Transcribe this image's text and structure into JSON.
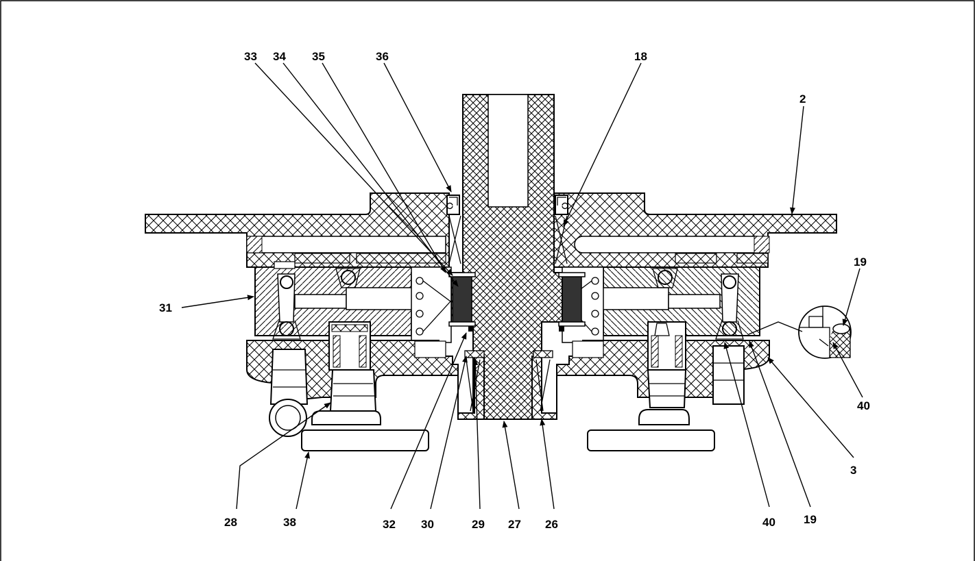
{
  "diagram": {
    "colors": {
      "line": "#000000",
      "background": "#ffffff"
    },
    "callouts": [
      "33",
      "34",
      "35",
      "36",
      "18",
      "2",
      "19",
      "31",
      "40",
      "3",
      "28",
      "38",
      "32",
      "30",
      "29",
      "27",
      "26",
      "40",
      "19"
    ]
  }
}
